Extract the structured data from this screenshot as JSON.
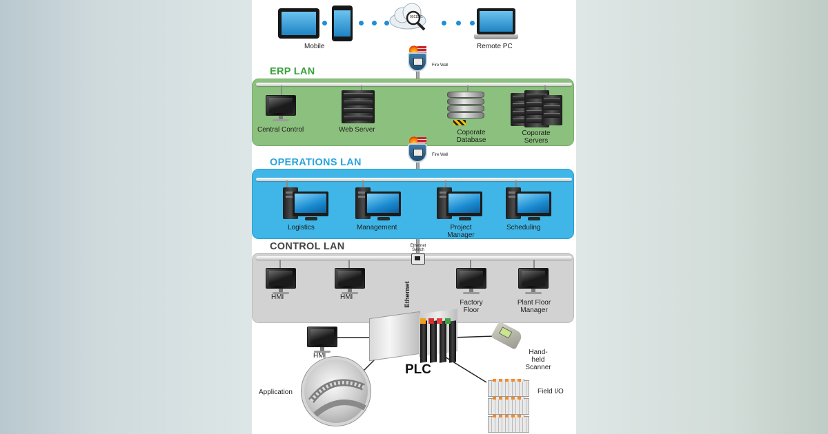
{
  "top": {
    "mobile_label": "Mobile",
    "remote_label": "Remote PC",
    "cloud_data": "0011101"
  },
  "firewalls": [
    "Fire Wall",
    "Fire Wall"
  ],
  "erp": {
    "title": "ERP LAN",
    "color": "#3aa13a",
    "nodes": [
      "Central Control",
      "Web Server",
      "Coporate Database",
      "Coporate Servers"
    ]
  },
  "ops": {
    "title": "OPERATIONS LAN",
    "color": "#2aa3df",
    "nodes": [
      "Logistics",
      "Management",
      "Project Manager",
      "Scheduling"
    ]
  },
  "ctl": {
    "title": "CONTROL LAN",
    "color": "#444444",
    "switch_label": "Ethernet Switch",
    "nodes": [
      "HMI",
      "HMI",
      "Factory Floor",
      "Plant Floor Manager"
    ]
  },
  "ethernet_label": "Ethernet",
  "bottom": {
    "plc_label": "PLC",
    "hmi_label": "HMI",
    "scanner_label": "Hand-held Scanner",
    "application_label": "Application",
    "field_io_label": "Field I/O"
  }
}
